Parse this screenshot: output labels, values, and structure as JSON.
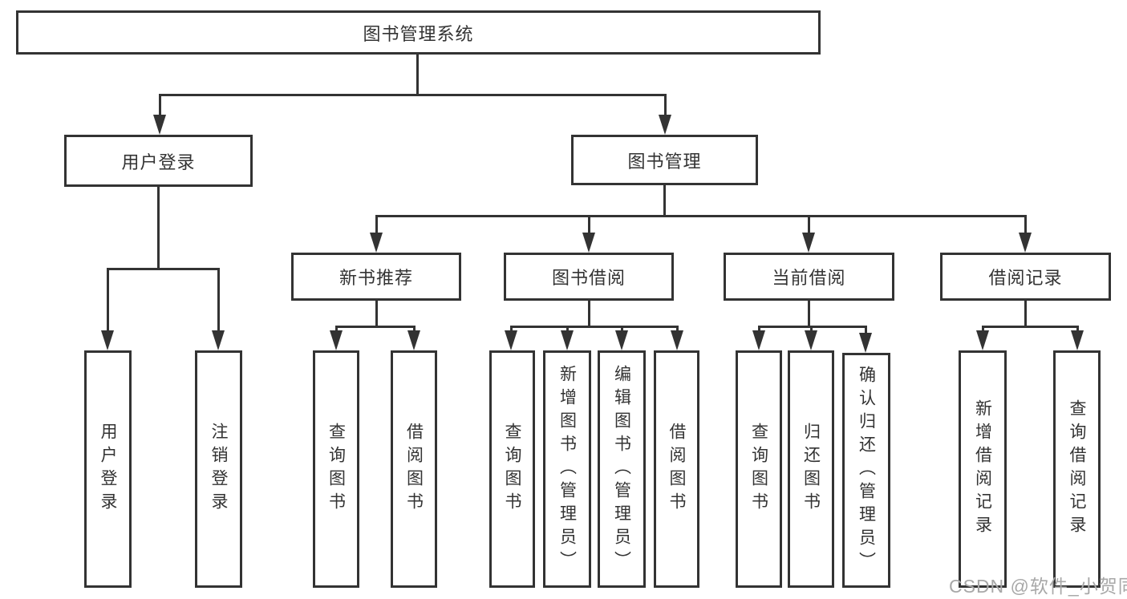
{
  "tree": {
    "label": "图书管理系统",
    "children": [
      {
        "label": "用户登录",
        "children": [
          {
            "label": "用户登录"
          },
          {
            "label": "注销登录"
          }
        ]
      },
      {
        "label": "图书管理",
        "children": [
          {
            "label": "新书推荐",
            "children": [
              {
                "label": "查询图书"
              },
              {
                "label": "借阅图书"
              }
            ]
          },
          {
            "label": "图书借阅",
            "children": [
              {
                "label": "查询图书"
              },
              {
                "label": "新增图书（管理员）"
              },
              {
                "label": "编辑图书（管理员）"
              },
              {
                "label": "借阅图书"
              }
            ]
          },
          {
            "label": "当前借阅",
            "children": [
              {
                "label": "查询图书"
              },
              {
                "label": "归还图书"
              },
              {
                "label": "确认归还（管理员）"
              }
            ]
          },
          {
            "label": "借阅记录",
            "children": [
              {
                "label": "新增借阅记录"
              },
              {
                "label": "查询借阅记录"
              }
            ]
          }
        ]
      }
    ]
  },
  "watermark": {
    "text": "CSDN @软件_小贺同学"
  },
  "colors": {
    "line": "#333333",
    "text": "#333333",
    "watermark_color": "#a8a8a8",
    "background": "#ffffff"
  }
}
